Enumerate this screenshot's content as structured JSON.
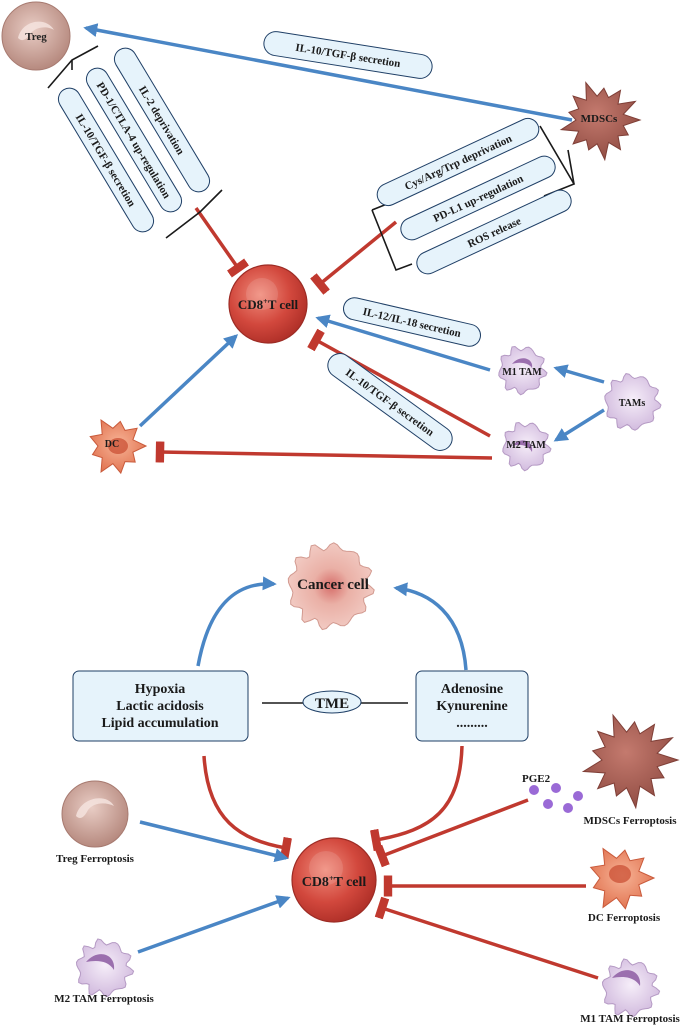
{
  "top_panel": {
    "cells": {
      "treg": "Treg",
      "mdscs": "MDSCs",
      "cd8": "CD8",
      "cd8_sup": "+",
      "cd8_suffix": "T cell",
      "m1_tam": "M1 TAM",
      "m2_tam": "M2 TAM",
      "tams": "TAMs",
      "dc": "DC"
    },
    "mechanisms": {
      "mdsc_to_treg": "IL-10/TGF-β secretion",
      "treg_group": [
        "IL-2 deprivation",
        "PD-1/CTLA-4 up-regulation",
        "IL-10/TGF-β secretion"
      ],
      "mdsc_group": [
        "Cys/Arg/Trp deprivation",
        "PD-L1 up-regulation",
        "ROS release"
      ],
      "m1_to_cd8": "IL-12/IL-18 secretion",
      "m2_to_cd8": "IL-10/TGF-β secretion"
    }
  },
  "bottom_panel": {
    "cancer_cell": "Cancer cell",
    "left_box": [
      "Hypoxia",
      "Lactic acidosis",
      "Lipid accumulation"
    ],
    "tme": "TME",
    "right_box": [
      "Adenosine",
      "Kynurenine",
      "........."
    ],
    "cd8": "CD8",
    "cd8_sup": "+",
    "cd8_suffix": "T cell",
    "pge2": "PGE2",
    "mdscs_ferroptosis": "MDSCs Ferroptosis",
    "treg_ferroptosis": "Treg Ferroptosis",
    "dc_ferroptosis": "DC Ferroptosis",
    "m2_tam_ferroptosis": "M2 TAM Ferroptosis",
    "m1_tam_ferroptosis": "M1 TAM Ferroptosis"
  },
  "colors": {
    "promote_arrow": "#4a86c5",
    "inhibit_arrow": "#c0392f",
    "pill_fill": "#e6f3fb",
    "pill_stroke": "#1f3f66",
    "cd8_fill": "#d2483d",
    "treg_fill": "#cba49a",
    "mdsc_fill": "#a85f55",
    "tam_fill": "#e3d2ea",
    "dc_fill": "#ea8663",
    "cancer_fill": "#efc3bb"
  }
}
